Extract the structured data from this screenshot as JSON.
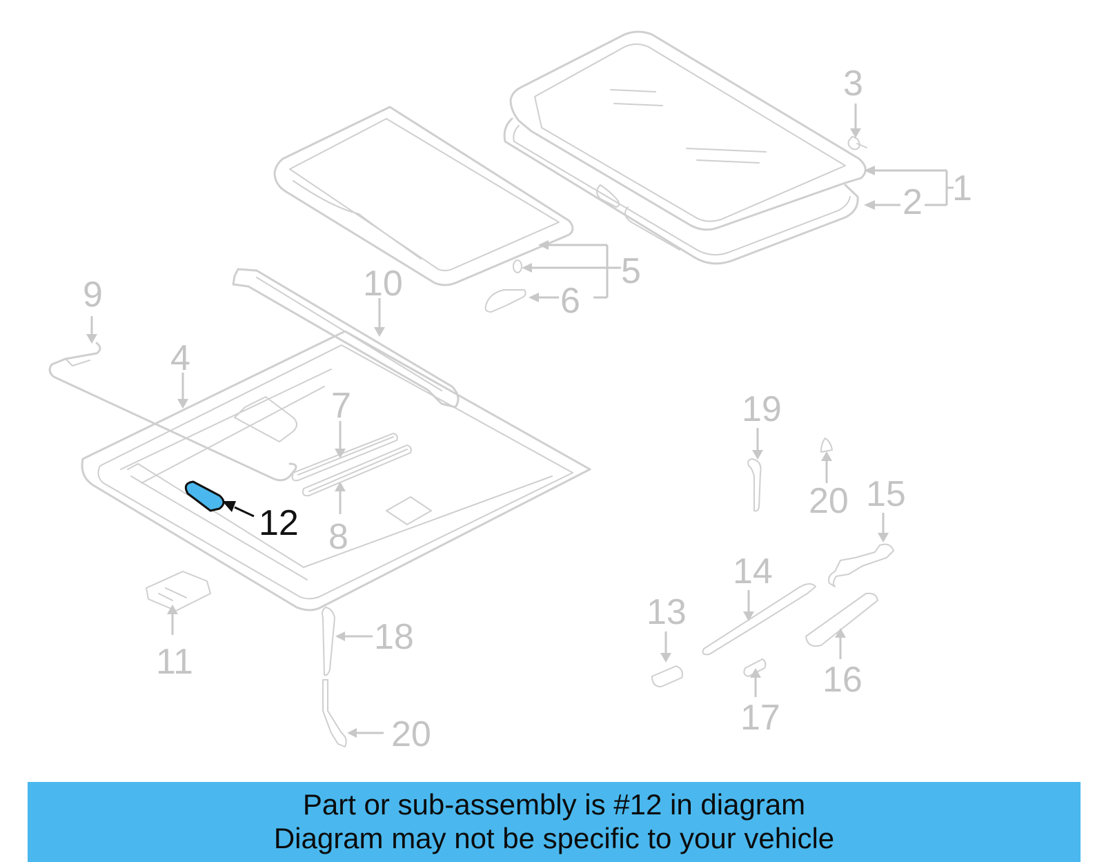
{
  "diagram": {
    "highlight_color": "#4ab8ee",
    "line_color": "#cfcfcf",
    "callouts": {
      "c1": "1",
      "c2": "2",
      "c3": "3",
      "c4": "4",
      "c5": "5",
      "c6": "6",
      "c7": "7",
      "c8": "8",
      "c9": "9",
      "c10": "10",
      "c11": "11",
      "c12": "12",
      "c13": "13",
      "c14": "14",
      "c15": "15",
      "c16": "16",
      "c17": "17",
      "c18": "18",
      "c19": "19",
      "c20a": "20",
      "c20b": "20"
    },
    "highlighted_part": "12"
  },
  "banner": {
    "color": "#4ab8ee",
    "line1": "Part or sub-assembly is #12 in diagram",
    "line2": "Diagram may not be specific to your vehicle"
  }
}
